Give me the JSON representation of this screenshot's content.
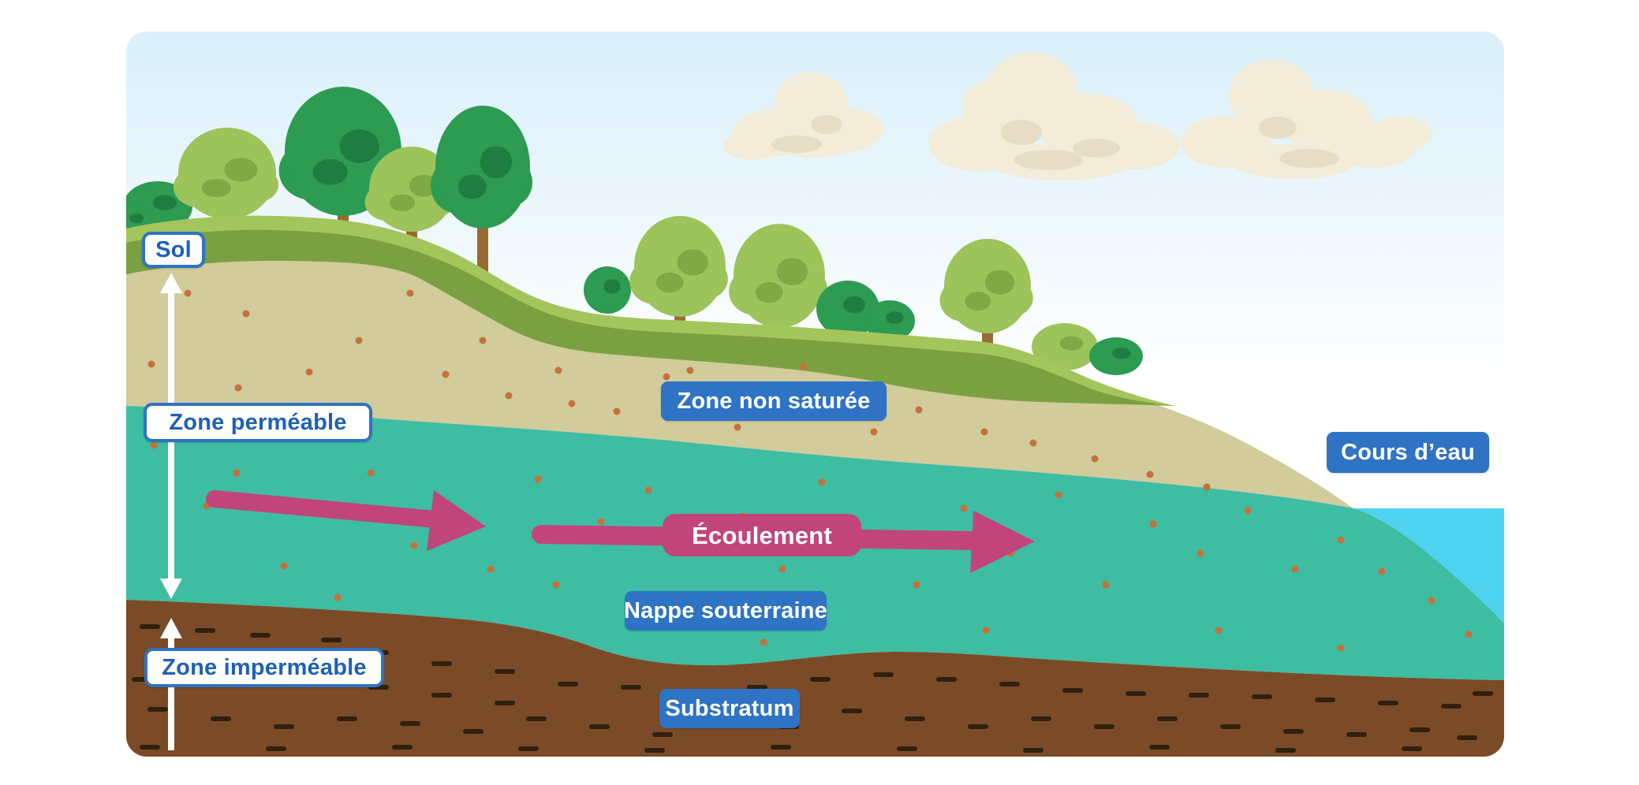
{
  "diagram": {
    "labels": {
      "sol": "Sol",
      "zone_permeable": "Zone perméable",
      "zone_non_saturee": "Zone non saturée",
      "cours_deau": "Cours d’eau",
      "ecoulement": "Écoulement",
      "nappe_souterraine": "Nappe souterraine",
      "zone_impermeable": "Zone imperméable",
      "substratum": "Substratum"
    },
    "colors": {
      "sky_top": "#d9effa",
      "sky_bottom": "#ffffff",
      "cloud": "#f2ecd9",
      "cloud_shadow": "#e7ddc4",
      "grass_light": "#a3c65c",
      "grass_dark": "#7ba041",
      "unsaturated": "#d2cb9b",
      "aquifer": "#3ebda2",
      "water": "#4dd2f0",
      "substratum": "#7b4b27",
      "substratum_dash": "#30200f",
      "dot": "#c5713b",
      "tree_light": "#9cc45a",
      "tree_light_shadow": "#80a844",
      "tree_dark": "#2d9b52",
      "tree_dark_shadow": "#1f7d41",
      "tree_trunk": "#9a6a33",
      "label_blue_bg": "#2e73c4",
      "label_white_text": "#1e60b6",
      "label_border": "#2e74c4",
      "arrow_pink": "#c1457b",
      "arrow_white": "#ffffff"
    }
  }
}
